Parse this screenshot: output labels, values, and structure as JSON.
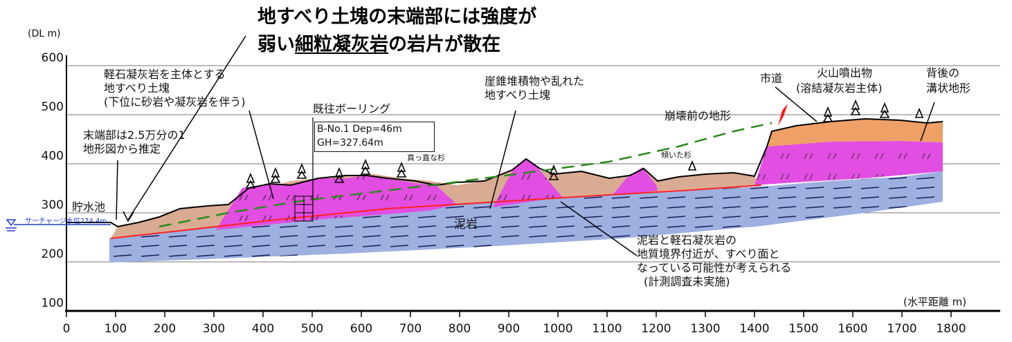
{
  "title": {
    "line1": "地すべり土塊の末端部には強度が",
    "line2_prefix": "弱い",
    "line2_underlined": "細粒凝灰岩",
    "line2_suffix": "の岩片が散在"
  },
  "axes": {
    "y_unit": "(DL m)",
    "y_ticks": [
      "600",
      "500",
      "400",
      "300",
      "200",
      "100"
    ],
    "x_unit": "(水平距離 m)",
    "x_ticks": [
      "0",
      "100",
      "200",
      "300",
      "400",
      "500",
      "600",
      "700",
      "800",
      "900",
      "1000",
      "1100",
      "1200",
      "1300",
      "1400",
      "1500",
      "1600",
      "1700",
      "1800"
    ]
  },
  "labels": {
    "pumice_mass": [
      "軽石凝灰岩を主体とする",
      "地すべり土塊",
      "(下位に砂岩や凝灰岩を伴う)"
    ],
    "boring_title": "既往ボーリング",
    "boring_line1": "B-No.1 Dep=46m",
    "boring_line2": "GH=327.64m",
    "talus": [
      "崖錐堆積物や乱れた",
      "地すべり土塊"
    ],
    "road": "市道",
    "volcanic": [
      "火山噴出物",
      "(溶結凝灰岩主体)"
    ],
    "trench": [
      "背後の",
      "溝状地形"
    ],
    "pre_collapse": "崩壊前の地形",
    "toe": [
      "末端部は2.5万分の1",
      "地形図から推定"
    ],
    "reservoir": "貯水池",
    "surcharge": "サーチャージ水位274.4m",
    "straight_cedar": "真っ直な杉",
    "tilted_cedar": "傾いた杉",
    "mudstone": "泥岩",
    "slip_surface": [
      "泥岩と軽石凝灰岩の",
      "地質境界付近が、すべり面と",
      "なっている可能性が考えられる",
      "(計測調査未実施)"
    ]
  },
  "colors": {
    "mudstone_fill": "#9db0e0",
    "pumice_fill": "#e24ee2",
    "talus_fill": "#d9ab93",
    "volcanic_fill": "#eea066",
    "slip_line": "#ff2020",
    "pre_collapse_line": "#2a8a1a",
    "water_line": "#1a3fd0",
    "marker": "#ff1010"
  }
}
